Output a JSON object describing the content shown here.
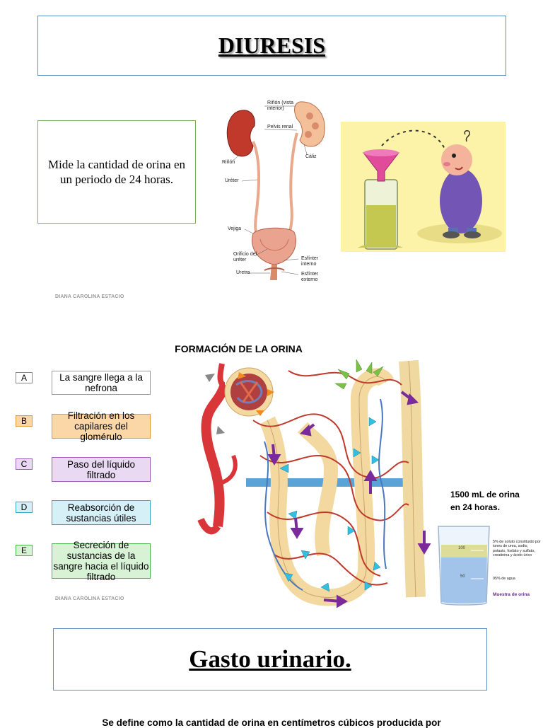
{
  "title": "DIURESIS",
  "definition": "Mide la cantidad de orina en un periodo de 24 horas.",
  "credit": "DIANA CAROLINA ESTACIO",
  "kidney_labels": {
    "rinon_vista_interior": "Riñón (vista interior)",
    "pelvis_renal": "Pelvis renal",
    "rinon": "Riñón",
    "caliz": "Cáliz",
    "ureter": "Uréter",
    "vejiga": "Vejiga",
    "orificio_ureter": "Orificio del uréter",
    "esfinter_interno": "Esfínter interno",
    "uretra": "Uretra",
    "esfinter_externo": "Esfínter externo"
  },
  "formation": {
    "title": "FORMACIÓN DE LA ORINA",
    "steps": [
      {
        "letter": "A",
        "text": "La sangre llega a la nefrona",
        "color": "#999999",
        "fill": "#ffffff"
      },
      {
        "letter": "B",
        "text": "Filtración en los capilares del glomérulo",
        "color": "#e8963a",
        "fill": "#fbd7a8"
      },
      {
        "letter": "C",
        "text": "Paso del líquido filtrado",
        "color": "#9a5bb5",
        "fill": "#ead9f2"
      },
      {
        "letter": "D",
        "text": "Reabsorción de sustancias útiles",
        "color": "#38a5c8",
        "fill": "#d6f0f8"
      },
      {
        "letter": "E",
        "text": "Secreción de sustancias de la sangre hacia el líquido filtrado",
        "color": "#4bb54b",
        "fill": "#d8f2d6"
      }
    ]
  },
  "volume_note": "1500 mL de orina en 24 horas.",
  "beaker": {
    "tick_100": "100",
    "tick_50": "50",
    "note_solutes": "5% de soluto constituido por iones de urea, sodio, potasio, fosfato y sulfato, creatinina y ácido úrico",
    "note_water": "95% de agua",
    "caption": "Muestra de orina"
  },
  "section2_title": "Gasto urinario.",
  "bottom_text": "Se define como la cantidad de orina en centímetros cúbicos producida por"
}
